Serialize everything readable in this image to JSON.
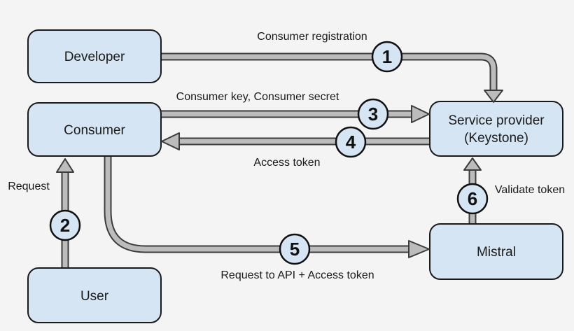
{
  "diagram": {
    "type": "flow-diagram",
    "background": "#f4f4f5",
    "colors": {
      "node_fill": "#d5e5f4",
      "node_border": "#1a1a1a",
      "arrow_fill": "#bcbcbc",
      "arrow_border": "#3c3c3c",
      "badge_fill": "#d5e5f4",
      "text": "#1a1a1a"
    },
    "nodes": {
      "developer": {
        "label": "Developer"
      },
      "consumer": {
        "label": "Consumer"
      },
      "user": {
        "label": "User"
      },
      "service_provider": {
        "label_line1": "Service provider",
        "label_line2": "(Keystone)"
      },
      "mistral": {
        "label": "Mistral"
      }
    },
    "edges": {
      "e1": {
        "step": "1",
        "label": "Consumer registration",
        "from": "developer",
        "to": "service_provider"
      },
      "e2": {
        "step": "2",
        "label": "Request",
        "from": "user",
        "to": "consumer"
      },
      "e3": {
        "step": "3",
        "label": "Consumer key, Consumer secret",
        "from": "consumer",
        "to": "service_provider"
      },
      "e4": {
        "step": "4",
        "label": "Access token",
        "from": "service_provider",
        "to": "consumer"
      },
      "e5": {
        "step": "5",
        "label": "Request to API + Access token",
        "from": "consumer",
        "to": "mistral"
      },
      "e6": {
        "step": "6",
        "label": "Validate token",
        "from": "mistral",
        "to": "service_provider"
      }
    }
  }
}
